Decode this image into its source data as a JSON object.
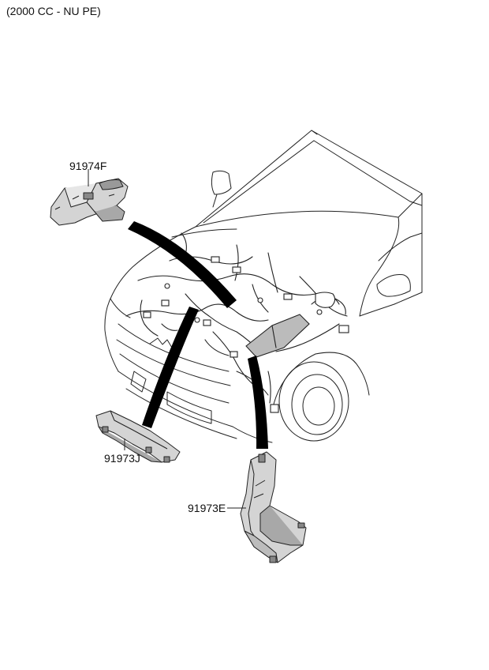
{
  "header": {
    "engine_spec": "(2000 CC - NU PE)"
  },
  "callouts": [
    {
      "part_number": "91974F"
    },
    {
      "part_number": "91973J"
    },
    {
      "part_number": "91973E"
    }
  ],
  "colors": {
    "line": "#222222",
    "part_fill": "#d4d4d4",
    "part_shade": "#a8a8a8",
    "leader_band": "#000000"
  }
}
